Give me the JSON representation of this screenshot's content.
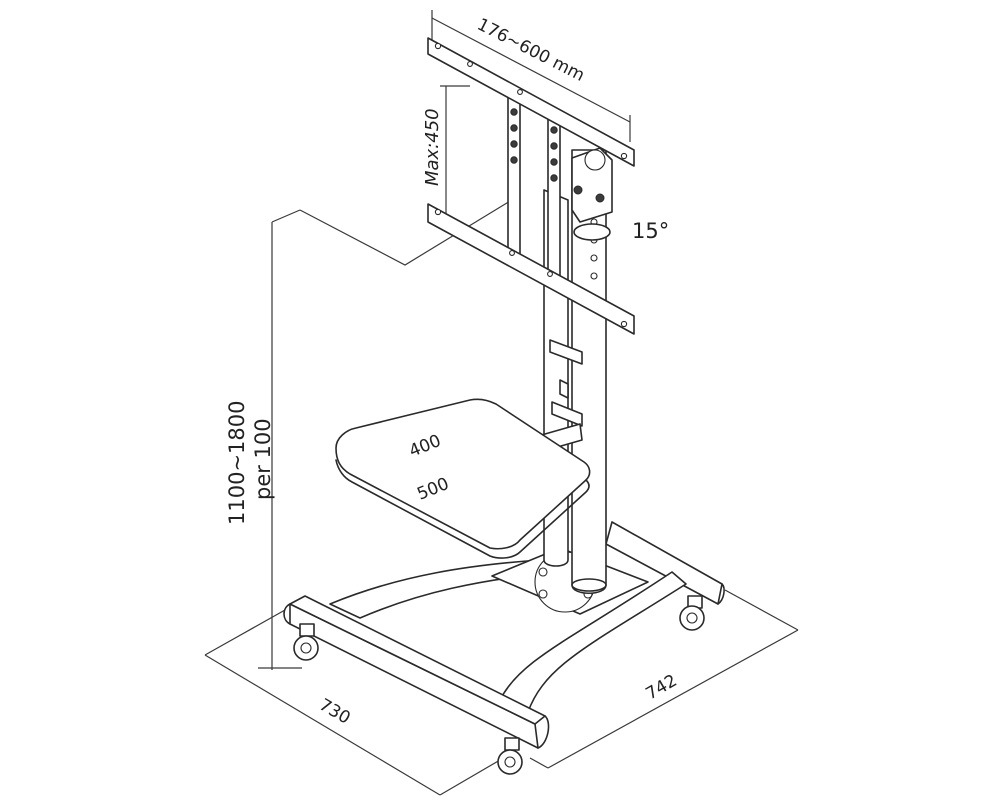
{
  "labels": {
    "vesa_width": "176~600 mm",
    "vesa_height": "Max:450",
    "tilt": "15°",
    "height_range": "1100~1800",
    "height_step": "per 100",
    "shelf_depth": "400",
    "shelf_width": "500",
    "base_width": "730",
    "base_depth": "742"
  }
}
